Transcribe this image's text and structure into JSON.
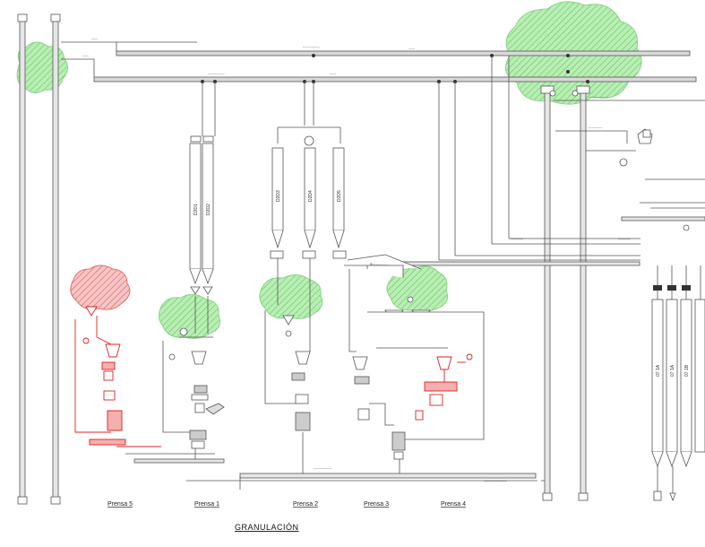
{
  "title": "GRANULACIÓN",
  "press_labels": [
    "Prensa 5",
    "Prensa 1",
    "Prensa 2",
    "Prensa 3",
    "Prensa 4"
  ],
  "colors": {
    "line": "#555555",
    "pipe_fill": "#d9d9d9",
    "red_equipment": "#e02020",
    "green_zone": "#8fd98f",
    "red_zone": "#e87070"
  },
  "zones": [
    {
      "kind": "green",
      "location": "left-top"
    },
    {
      "kind": "green",
      "location": "right-top"
    },
    {
      "kind": "red",
      "location": "left-press-5"
    },
    {
      "kind": "green",
      "location": "press-1"
    },
    {
      "kind": "green",
      "location": "press-2"
    },
    {
      "kind": "green",
      "location": "press-3-4"
    }
  ],
  "icons": [
    "hatched-cloud-icon",
    "silo-icon",
    "cyclone-icon",
    "press-icon",
    "valve-icon",
    "fan-icon"
  ]
}
